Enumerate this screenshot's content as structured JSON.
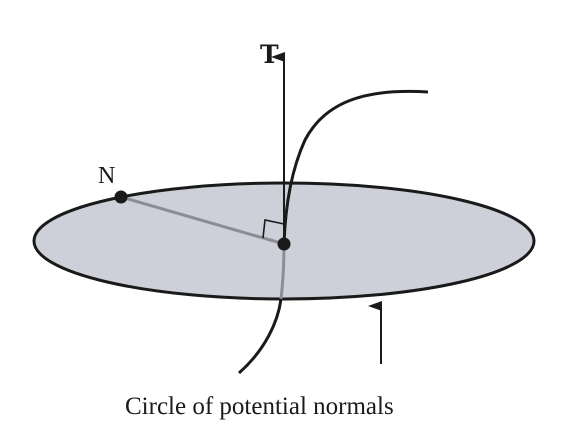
{
  "labels": {
    "tangent": "T",
    "normal": "N"
  },
  "caption": "Circle of potential normals",
  "colors": {
    "disc_fill": "#cdd0d8",
    "outline": "#1a1a1a",
    "hidden_curve": "#8a8e94",
    "background": "#ffffff"
  }
}
